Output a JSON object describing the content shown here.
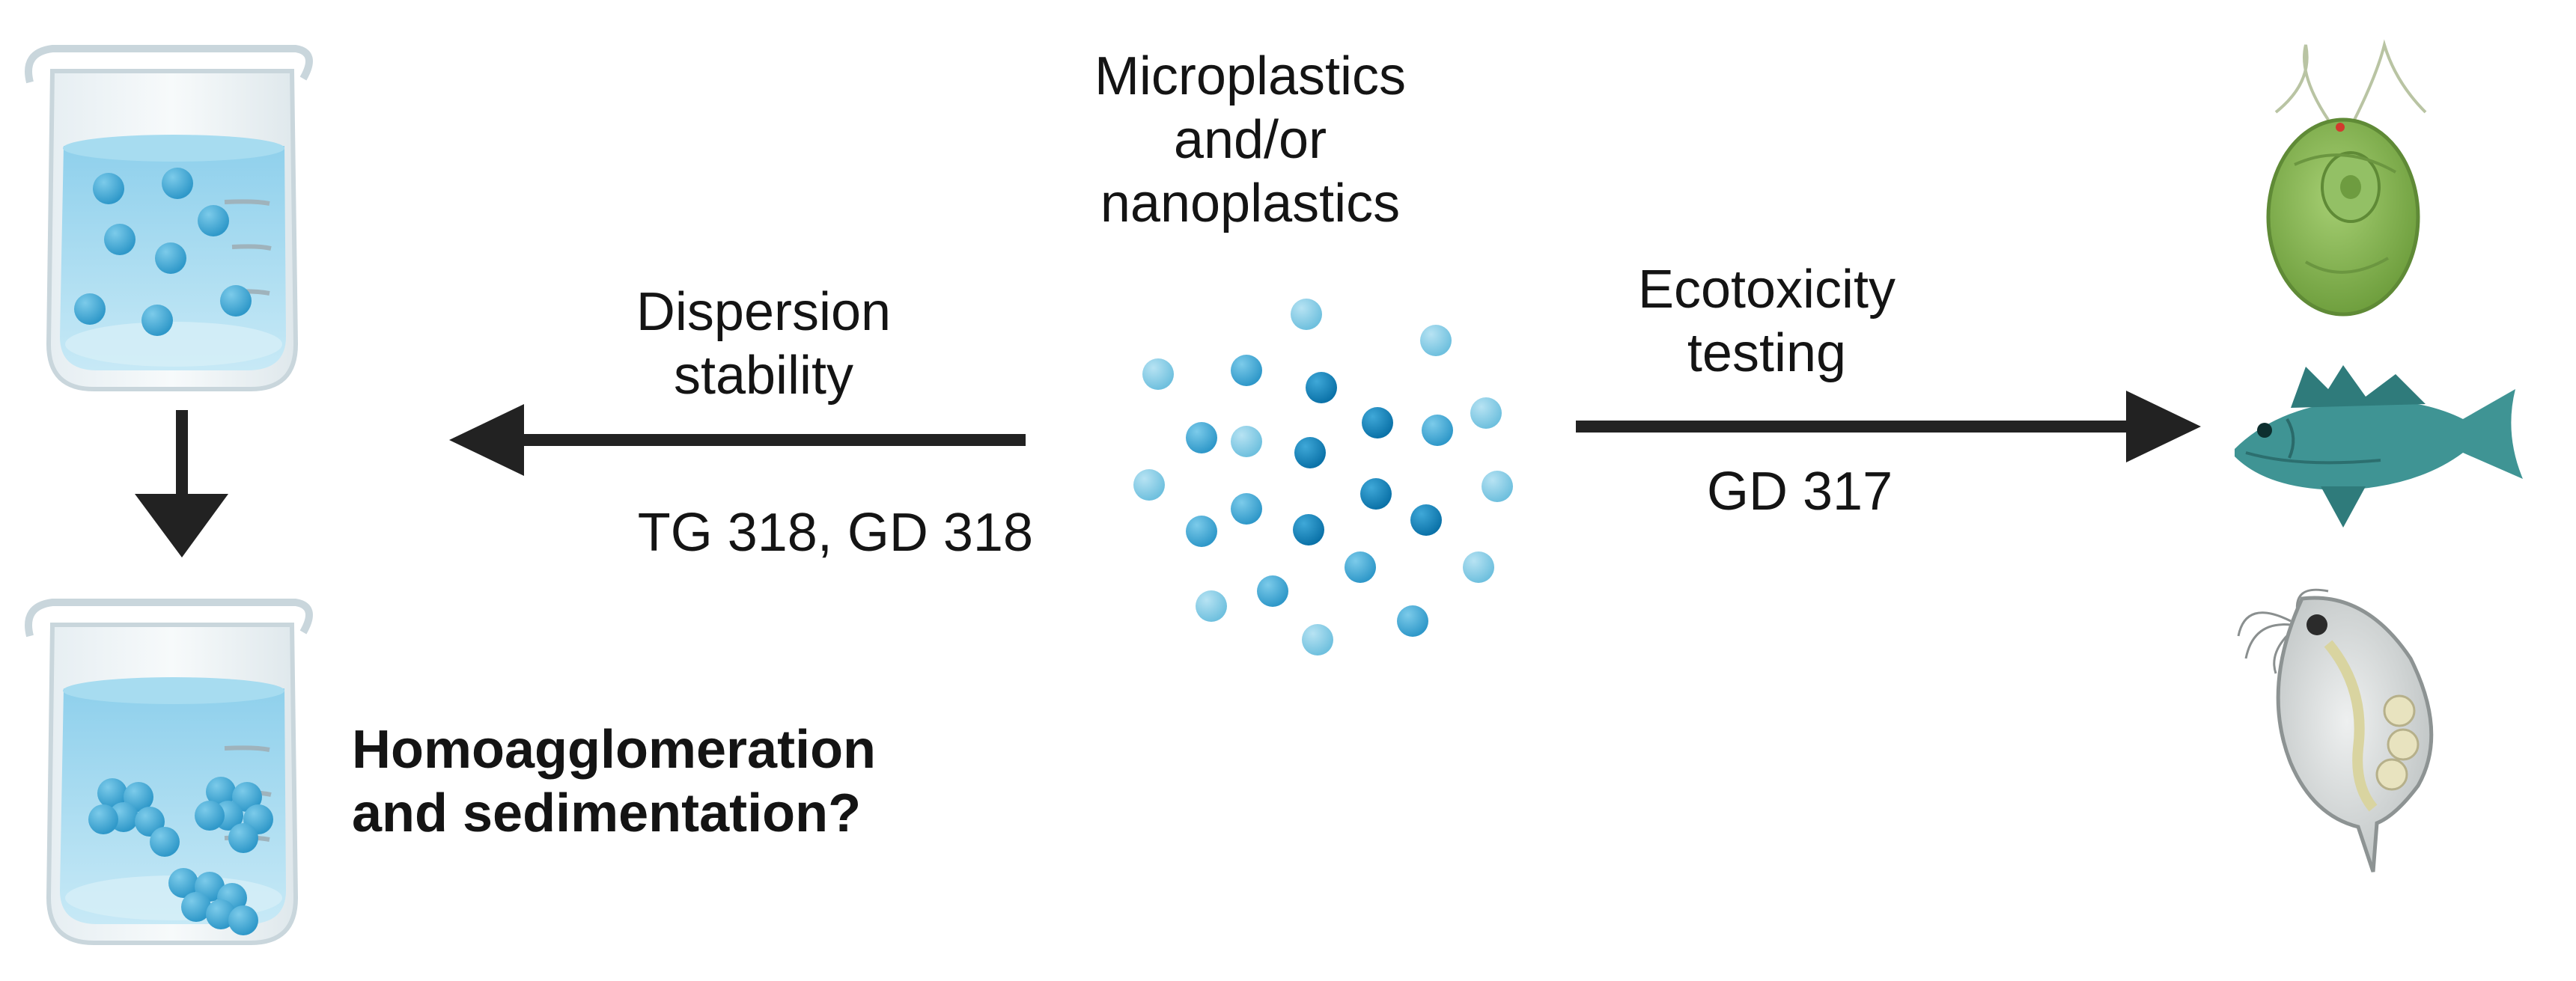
{
  "center": {
    "line1": "Microplastics",
    "line2": "and/or",
    "line3": "nanoplastics"
  },
  "left_arrow": {
    "title_line1": "Dispersion",
    "title_line2": "stability",
    "codes": "TG 318, GD 318"
  },
  "right_arrow": {
    "title_line1": "Ecotoxicity",
    "title_line2": "testing",
    "code": "GD 317"
  },
  "outcome": {
    "line1": "Homoagglomeration",
    "line2": "and sedimentation?"
  },
  "icons": [
    "beaker-dispersed-icon",
    "beaker-agglomerated-icon",
    "algae-icon",
    "fish-icon",
    "daphnia-icon"
  ],
  "colors": {
    "arrow": "#222222",
    "particle_light": "#7cc8e2",
    "particle_mid": "#3aa3d2",
    "particle_dark": "#0d7fb8",
    "water": "#bfe3f2",
    "algae": "#8cbf5a",
    "fish": "#3f9494"
  }
}
